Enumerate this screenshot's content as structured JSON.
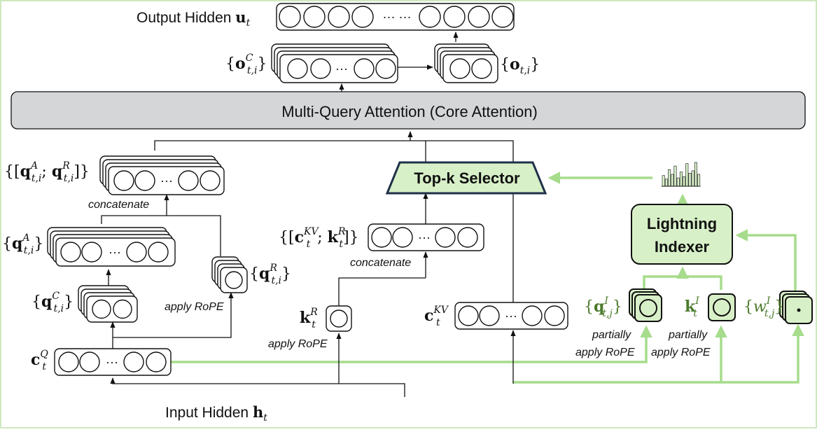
{
  "colors": {
    "green_fill": "#d8f0c8",
    "green_line": "#a6dc8c",
    "green_text": "#4a7a2a",
    "core_fill": "#d4d6d8",
    "navy": "#1f3049"
  },
  "labels": {
    "output_hidden": "Output Hidden",
    "output_sym": "u",
    "output_sub": "t",
    "input_hidden": "Input Hidden",
    "input_sym": "h",
    "input_sub": "t",
    "core_attention": "Multi-Query Attention (Core Attention)",
    "top_k": "Top-k Selector",
    "indexer_line1": "Lightning",
    "indexer_line2": "Indexer",
    "concatenate": "concatenate",
    "apply_rope": "apply RoPE",
    "partially": "partially",
    "ellipsis": "···",
    "ellipsis_pair": "···  ···"
  },
  "symbols": {
    "o_c": {
      "base": "o",
      "sup": "C",
      "sub": "t,i"
    },
    "o": {
      "base": "o",
      "sub": "t,i"
    },
    "q_a_q_r": {
      "base1": "q",
      "sup1": "A",
      "sub1": "t,i",
      "base2": "q",
      "sup2": "R",
      "sub2": "t,i"
    },
    "q_a": {
      "base": "q",
      "sup": "A",
      "sub": "t,i"
    },
    "q_c": {
      "base": "q",
      "sup": "C",
      "sub": "t,i"
    },
    "q_r": {
      "base": "q",
      "sup": "R",
      "sub": "t,i"
    },
    "c_q": {
      "base": "c",
      "sup": "Q",
      "sub": "t"
    },
    "c_kv_k_r": {
      "base1": "c",
      "sup1": "KV",
      "sub1": "t",
      "base2": "k",
      "sup2": "R",
      "sub2": "t"
    },
    "k_r": {
      "base": "k",
      "sup": "R",
      "sub": "t"
    },
    "c_kv": {
      "base": "c",
      "sup": "KV",
      "sub": "t"
    },
    "q_i": {
      "base": "q",
      "sup": "I",
      "sub": "t,j"
    },
    "k_i": {
      "base": "k",
      "sup": "I",
      "sub": "t"
    },
    "w_i": {
      "base": "w",
      "sup": "I",
      "sub": "t,j"
    }
  },
  "index_scores": [
    0.45,
    0.3,
    0.7,
    0.5,
    0.85,
    0.35,
    0.6,
    0.4,
    0.95,
    0.55,
    0.65,
    1.0,
    0.5
  ]
}
